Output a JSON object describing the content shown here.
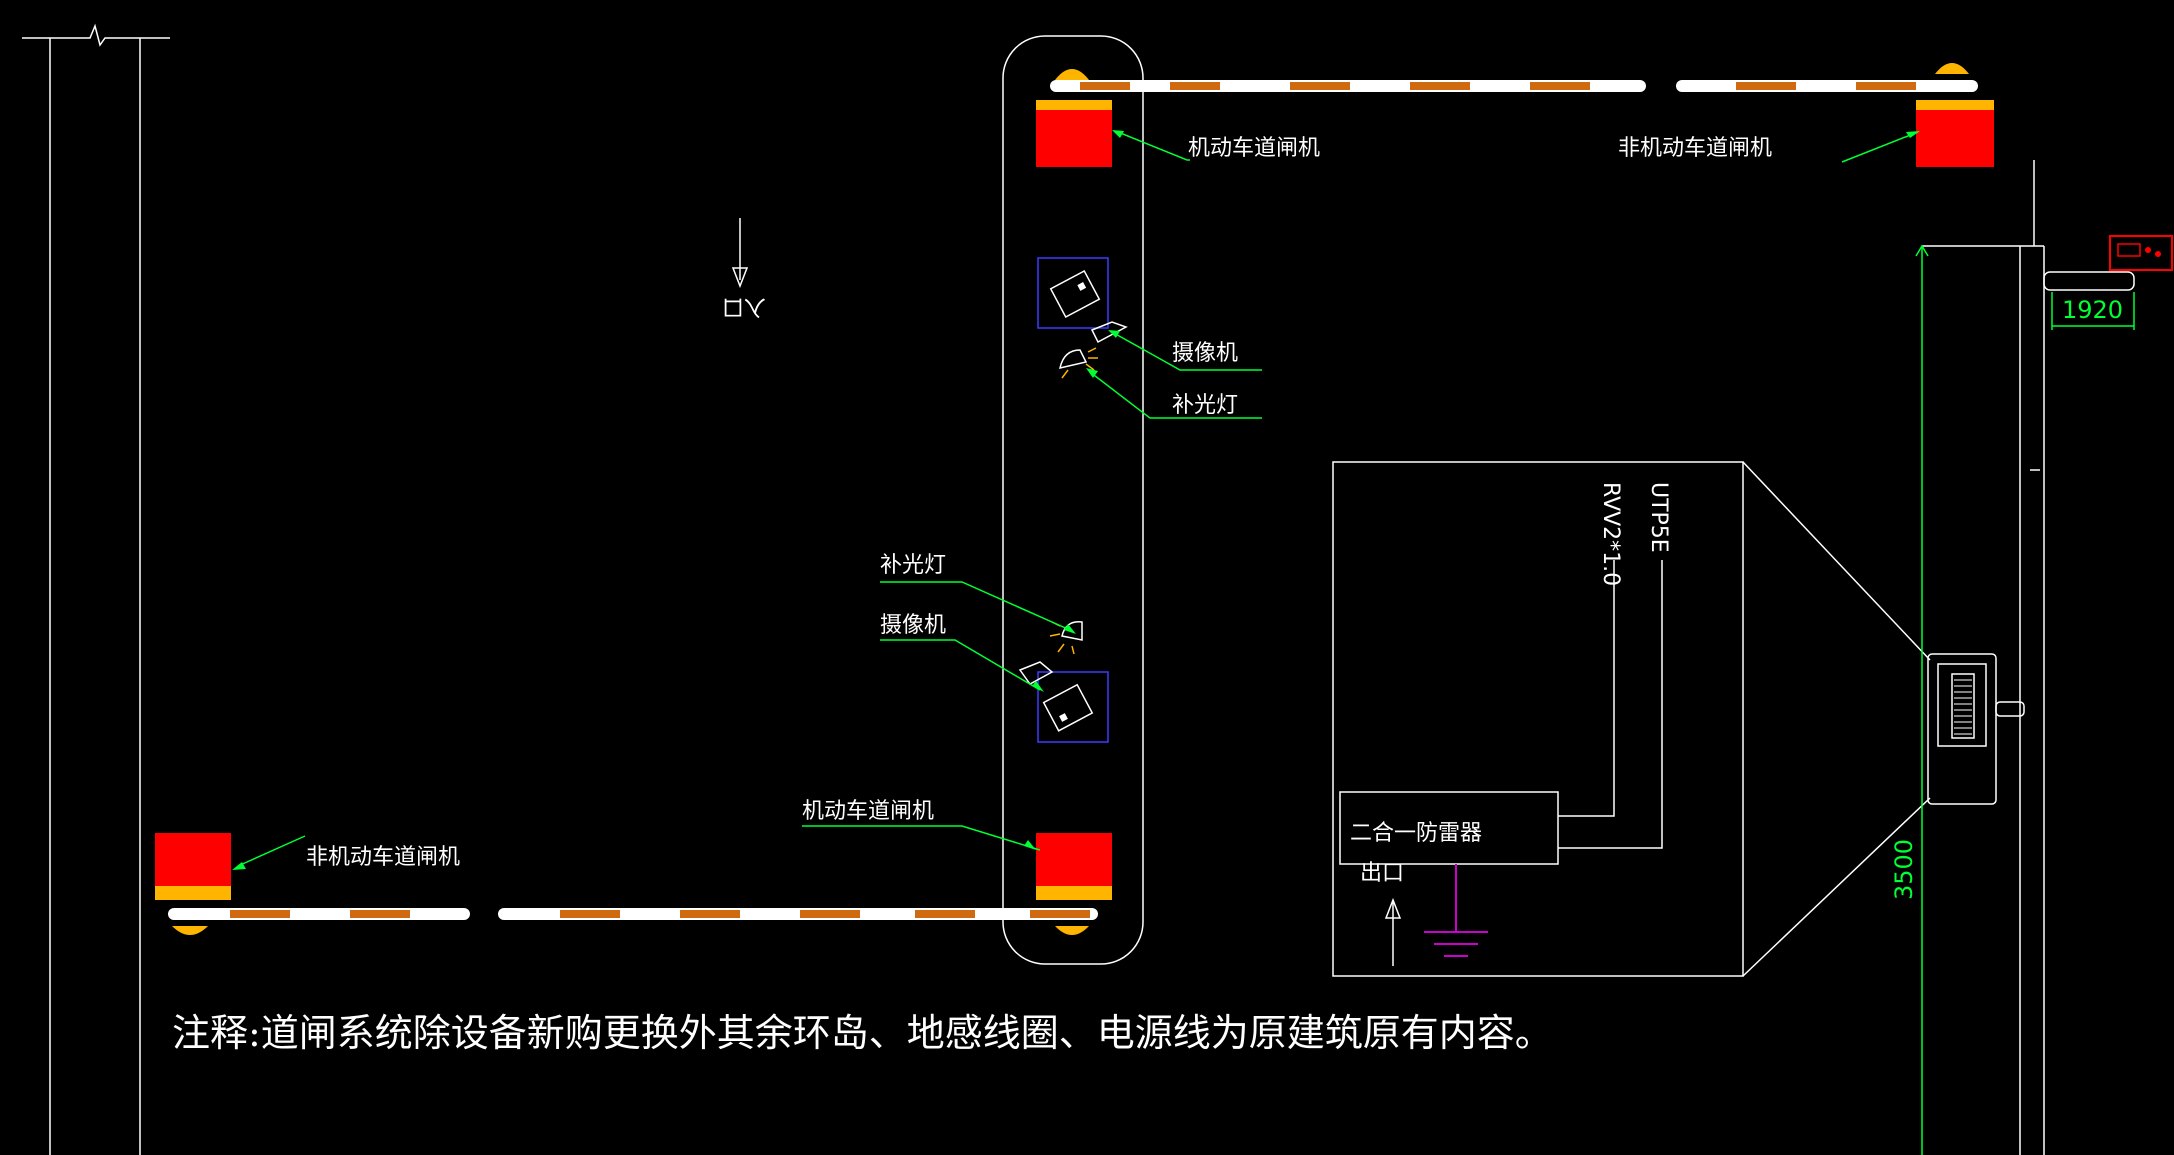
{
  "colors": {
    "background": "#000000",
    "line": "#ffffff",
    "leader": "#00ff33",
    "gate_box": "#ff0000",
    "gate_base": "#ffb400",
    "arm_stripe": "#d06a10",
    "camera_box": "#3c3cff",
    "ground": "#cc00cc"
  },
  "labels": {
    "motor_gate_top": "机动车道闸机",
    "nonmotor_gate_top": "非机动车道闸机",
    "camera_top": "摄像机",
    "fill_light_top": "补光灯",
    "fill_light_bottom": "补光灯",
    "camera_bottom": "摄像机",
    "motor_gate_bottom": "机动车道闸机",
    "nonmotor_gate_bottom": "非机动车道闸机",
    "entrance": "入口",
    "exit": "出口",
    "surge_protector": "二合一防雷器",
    "cable_rvv": "RVV2*1.0",
    "cable_utp": "UTP5E"
  },
  "dimensions": {
    "width": "1920",
    "height": "3500"
  },
  "note": "注释:道闸系统除设备新购更换外其余环岛、地感线圈、电源线为原建筑原有内容。"
}
